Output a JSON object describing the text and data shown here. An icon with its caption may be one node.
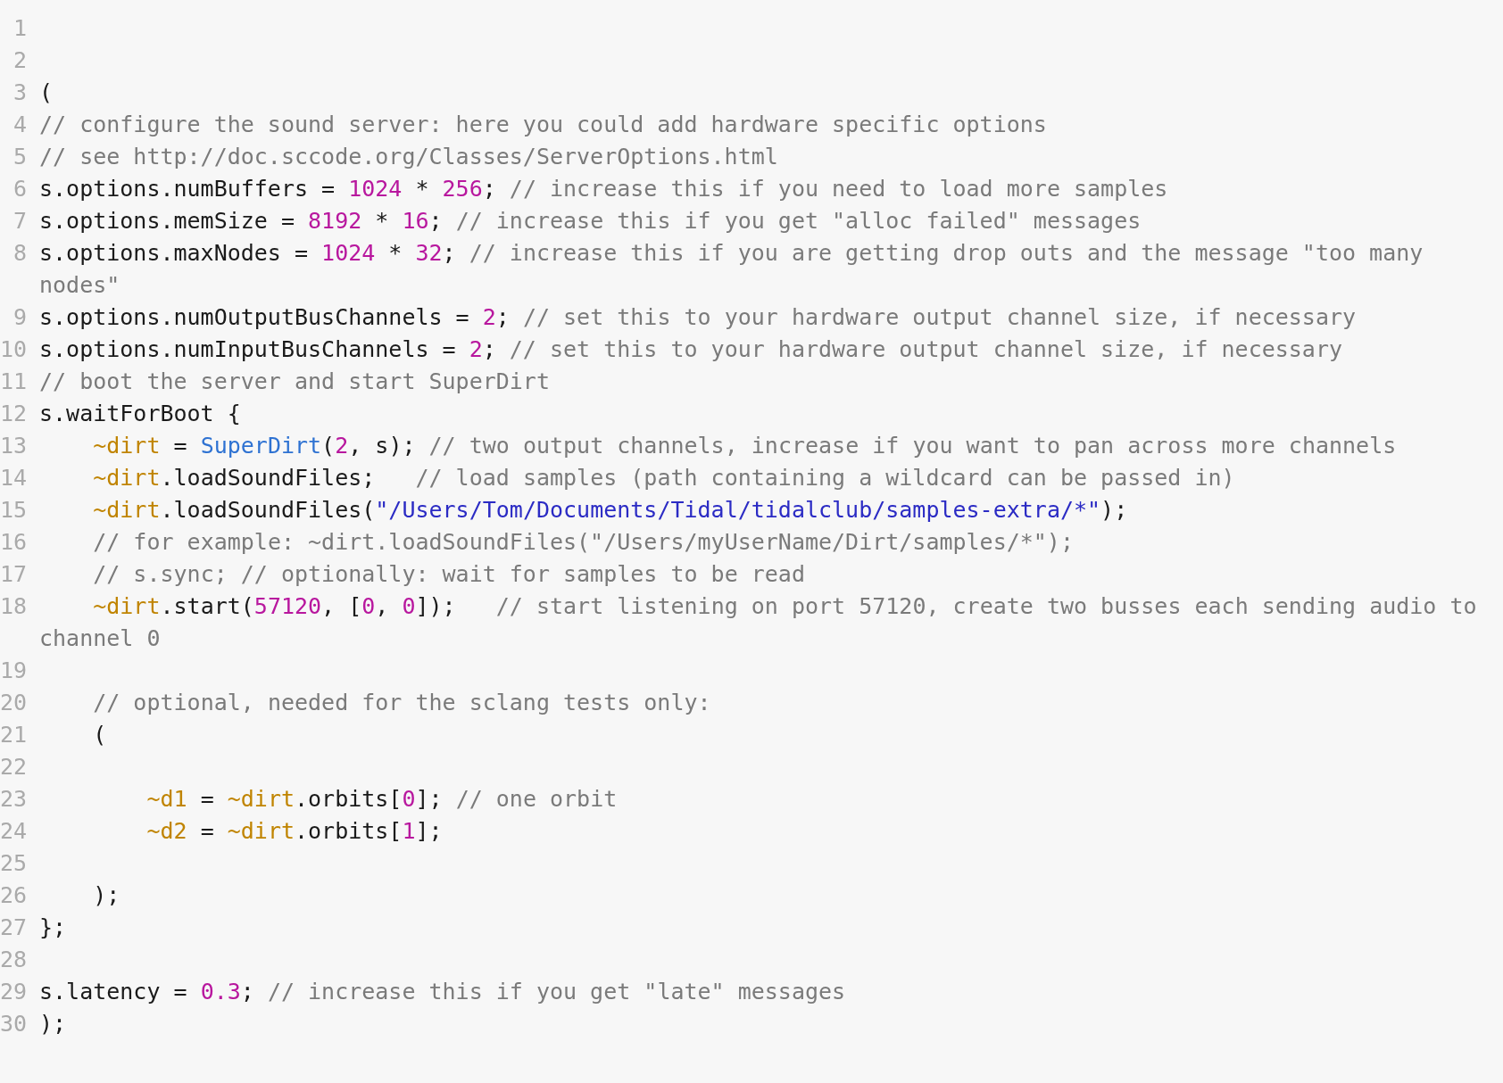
{
  "diagram": {
    "labels": [
      "1",
      "2",
      "3",
      "(",
      "4",
      "// configure the sound server: here you could add hardware specific options",
      "5",
      "// see http://doc.sccode.org/Classes/ServerOptions.html",
      "6",
      "s.options.numBuffers = 1024 * 256; // increase this if you need to load more samples",
      "7",
      "s.options.memSize = 8192 * 16; // increase this if you get \"alloc failed\" messages",
      "8",
      "s.options.maxNodes = 1024 * 32; // increase this if you are getting drop outs and the message \"too many nodes\"",
      "9",
      "s.options.numOutputBusChannels = 2; // set this to your hardware output channel size, if necessary",
      "10",
      "s.options.numInputBusChannels = 2; // set this to your hardware output channel size, if necessary",
      "11",
      "// boot the server and start SuperDirt",
      "12",
      "s.waitForBoot {",
      "13",
      "    ~dirt = SuperDirt(2, s); // two output channels, increase if you want to pan across more channels",
      "14",
      "    ~dirt.loadSoundFiles;   // load samples (path containing a wildcard can be passed in)",
      "15",
      "    ~dirt.loadSoundFiles(\"/Users/Tom/Documents/Tidal/tidalclub/samples-extra/*\");",
      "16",
      "    // for example: ~dirt.loadSoundFiles(\"/Users/myUserName/Dirt/samples/*\");",
      "17",
      "    // s.sync; // optionally: wait for samples to be read",
      "18",
      "    ~dirt.start(57120, [0, 0]);   // start listening on port 57120, create two busses each sending audio to channel 0",
      "19",
      "20",
      "    // optional, needed for the sclang tests only:",
      "21",
      "    (",
      "22",
      "23",
      "        ~d1 = ~dirt.orbits[0]; // one orbit",
      "24",
      "        ~d2 = ~dirt.orbits[1];",
      "25",
      "26",
      "    );",
      "27",
      "};",
      "28",
      "29",
      "s.latency = 0.3; // increase this if you get \"late\" messages",
      "30",
      ");"
    ]
  }
}
